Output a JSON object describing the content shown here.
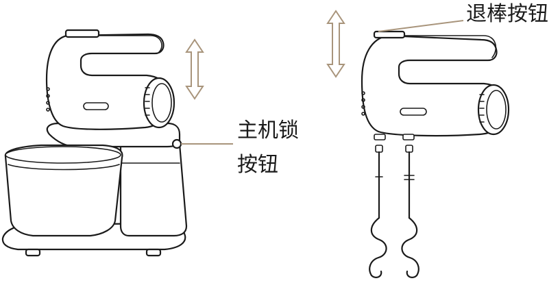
{
  "labels": {
    "main_lock_line1": "主机锁",
    "main_lock_line2": "按钮",
    "eject_button": "退棒按钮"
  },
  "colors": {
    "outline": "#1a1a1a",
    "accent": "#a8947b"
  },
  "icons": {
    "vertical_arrow": "double-headed-vertical-arrow"
  }
}
